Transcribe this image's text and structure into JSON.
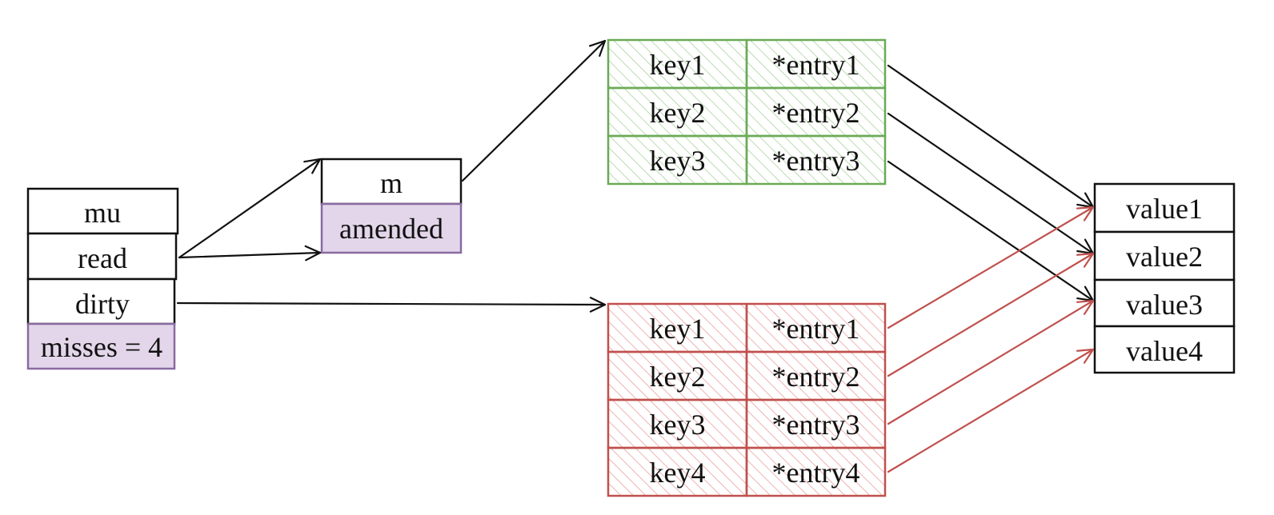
{
  "colors": {
    "ink": "#111111",
    "read_map": "#6aaa56",
    "read_hatch": "#a9d49b",
    "dirty_map": "#c0504d",
    "dirty_hatch": "#e9a09e",
    "flag_fill": "#e3d6ea",
    "flag_border": "#8a6aa0"
  },
  "sync_map": {
    "fields": [
      "mu",
      "read",
      "dirty"
    ],
    "misses_label": "misses = 4"
  },
  "read_only": {
    "m_label": "m",
    "amended_label": "amended"
  },
  "read_map": {
    "rows": [
      {
        "key": "key1",
        "entry": "*entry1"
      },
      {
        "key": "key2",
        "entry": "*entry2"
      },
      {
        "key": "key3",
        "entry": "*entry3"
      }
    ]
  },
  "dirty_map": {
    "rows": [
      {
        "key": "key1",
        "entry": "*entry1"
      },
      {
        "key": "key2",
        "entry": "*entry2"
      },
      {
        "key": "key3",
        "entry": "*entry3"
      },
      {
        "key": "key4",
        "entry": "*entry4"
      }
    ]
  },
  "values": [
    "value1",
    "value2",
    "value3",
    "value4"
  ]
}
